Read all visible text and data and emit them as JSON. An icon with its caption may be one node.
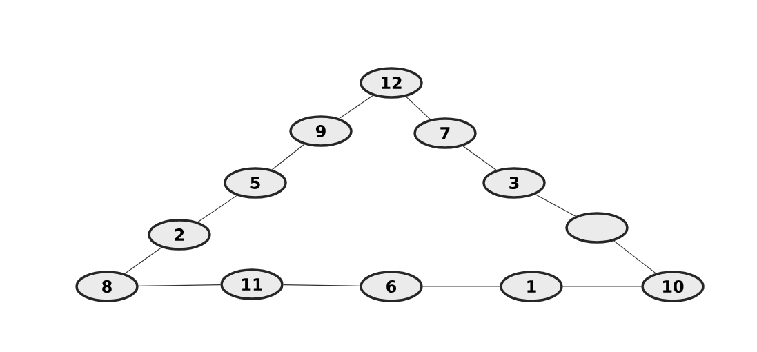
{
  "diagram": {
    "nodes": [
      {
        "text": [
          "12"
        ]
      },
      {
        "text": [
          "9"
        ]
      },
      {
        "text": [
          "7"
        ]
      },
      {
        "text": [
          "5"
        ]
      },
      {
        "text": [
          "3"
        ]
      },
      {
        "text": [
          "2"
        ]
      },
      {
        "text": [],
        "shape": "circle"
      },
      {
        "text": [
          "8"
        ]
      },
      {
        "text": [
          "11"
        ]
      },
      {
        "text": [
          "6"
        ]
      },
      {
        "text": [
          "1"
        ]
      },
      {
        "text": [
          "10"
        ]
      }
    ],
    "edges": [
      {
        "from": 0,
        "to": 1,
        "arrow": "none"
      },
      {
        "from": 1,
        "to": 3,
        "arrow": "none"
      },
      {
        "from": 3,
        "to": 5,
        "arrow": "none"
      },
      {
        "from": 5,
        "to": 7,
        "arrow": "none"
      },
      {
        "from": 7,
        "to": 8,
        "arrow": "none"
      },
      {
        "from": 8,
        "to": 9,
        "arrow": "none"
      },
      {
        "from": 9,
        "to": 10,
        "arrow": "none"
      },
      {
        "from": 10,
        "to": 11,
        "arrow": "none"
      },
      {
        "from": 11,
        "to": 6,
        "arrow": "none"
      },
      {
        "from": 6,
        "to": 4,
        "arrow": "none"
      },
      {
        "from": 4,
        "to": 2,
        "arrow": "none"
      },
      {
        "from": 2,
        "to": 0,
        "arrow": "none"
      }
    ]
  }
}
